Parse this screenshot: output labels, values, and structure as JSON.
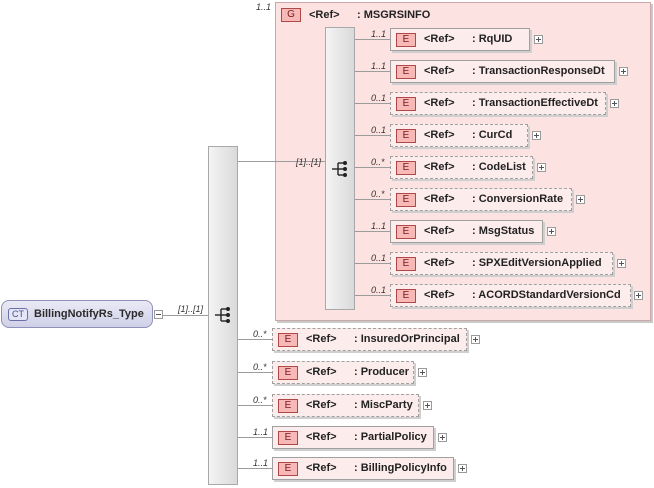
{
  "root": {
    "badge": "CT",
    "name": "BillingNotifyRs_Type"
  },
  "root_sequence": {
    "cardinality": "[1]..[1]"
  },
  "group": {
    "badge": "G",
    "ref": "<Ref>",
    "name": ": MSGRSINFO",
    "cardinality": "1..1",
    "sequence_cardinality": "[1]..[1]",
    "elements": [
      {
        "badge": "E",
        "ref": "<Ref>",
        "name": ": RqUID",
        "cardinality": "1..1",
        "optional": false
      },
      {
        "badge": "E",
        "ref": "<Ref>",
        "name": ": TransactionResponseDt",
        "cardinality": "1..1",
        "optional": false
      },
      {
        "badge": "E",
        "ref": "<Ref>",
        "name": ": TransactionEffectiveDt",
        "cardinality": "0..1",
        "optional": true
      },
      {
        "badge": "E",
        "ref": "<Ref>",
        "name": ": CurCd",
        "cardinality": "0..1",
        "optional": true
      },
      {
        "badge": "E",
        "ref": "<Ref>",
        "name": ": CodeList",
        "cardinality": "0..*",
        "optional": true
      },
      {
        "badge": "E",
        "ref": "<Ref>",
        "name": ": ConversionRate",
        "cardinality": "0..*",
        "optional": true
      },
      {
        "badge": "E",
        "ref": "<Ref>",
        "name": ": MsgStatus",
        "cardinality": "1..1",
        "optional": false
      },
      {
        "badge": "E",
        "ref": "<Ref>",
        "name": ": SPXEditVersionApplied",
        "cardinality": "0..1",
        "optional": true
      },
      {
        "badge": "E",
        "ref": "<Ref>",
        "name": ": ACORDStandardVersionCd",
        "cardinality": "0..1",
        "optional": true
      }
    ]
  },
  "elements": [
    {
      "badge": "E",
      "ref": "<Ref>",
      "name": ": InsuredOrPrincipal",
      "cardinality": "0..*",
      "optional": true
    },
    {
      "badge": "E",
      "ref": "<Ref>",
      "name": ": Producer",
      "cardinality": "0..*",
      "optional": true
    },
    {
      "badge": "E",
      "ref": "<Ref>",
      "name": ": MiscParty",
      "cardinality": "0..*",
      "optional": true
    },
    {
      "badge": "E",
      "ref": "<Ref>",
      "name": ": PartialPolicy",
      "cardinality": "1..1",
      "optional": false
    },
    {
      "badge": "E",
      "ref": "<Ref>",
      "name": ": BillingPolicyInfo",
      "cardinality": "1..1",
      "optional": false
    }
  ]
}
